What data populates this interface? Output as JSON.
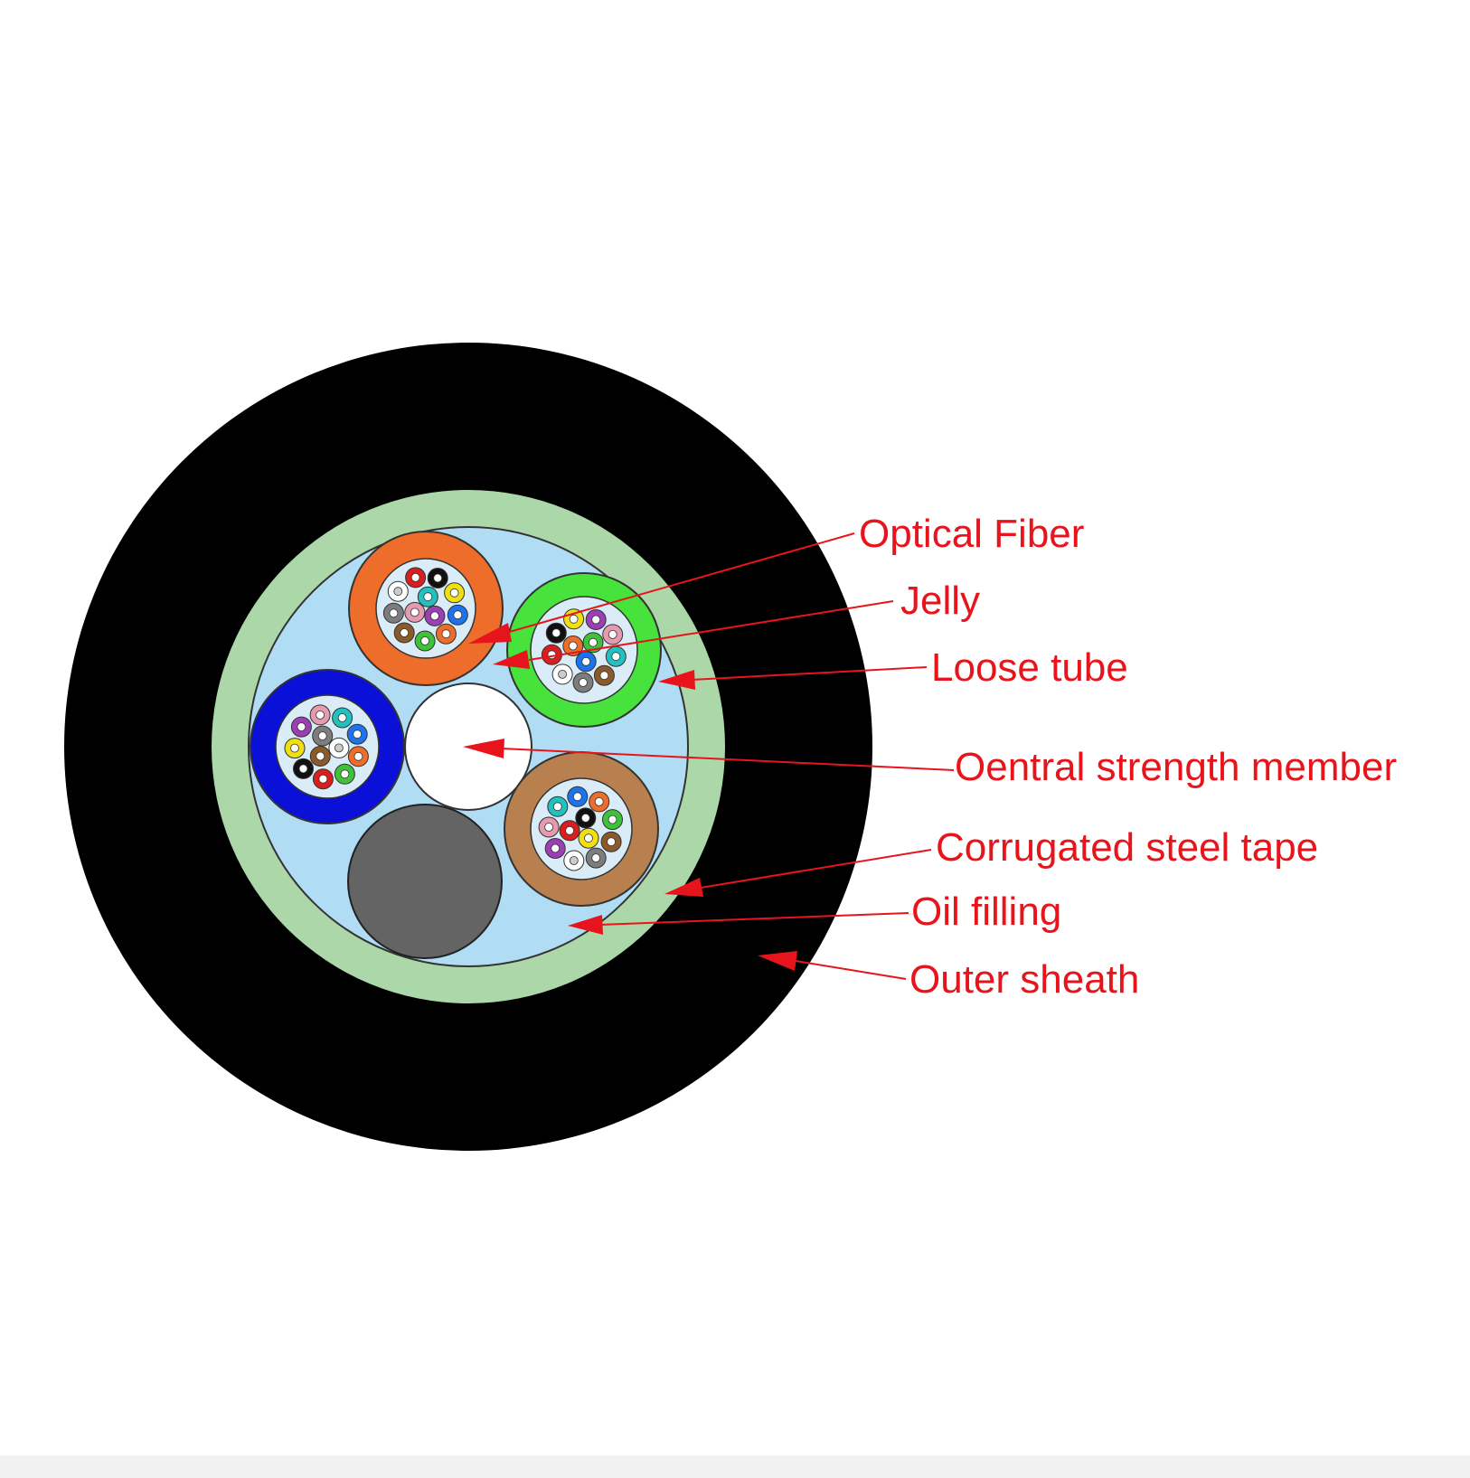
{
  "diagram": {
    "labels": {
      "optical_fiber": "Optical Fiber",
      "jelly": "Jelly",
      "loose_tube": "Loose tube",
      "central_strength_member": "Oentral strength member",
      "corrugated_steel_tape": "Corrugated steel tape",
      "oil_filling": "Oil filling",
      "outer_sheath": "Outer sheath"
    },
    "colors": {
      "outer_sheath": "#000000",
      "steel_tape": "#acd7a8",
      "oil_filling": "#b0dcf4",
      "label_and_arrow": "#e8141c",
      "central_member": "#ffffff",
      "filler_rod": "#646464"
    },
    "loose_tubes": [
      {
        "name": "orange",
        "color": "#ef6d2a"
      },
      {
        "name": "green",
        "color": "#48e23c"
      },
      {
        "name": "blue",
        "color": "#0a10d8"
      },
      {
        "name": "brown",
        "color": "#b8804e"
      }
    ],
    "fiber_colors": [
      "#1d72ee",
      "#ef6d2a",
      "#3ec23a",
      "#8b5a2b",
      "#7d7d7d",
      "#ffffff",
      "#d81e1e",
      "#111111",
      "#f0e010",
      "#9b3fb5",
      "#e69ab0",
      "#23c0c0"
    ]
  }
}
